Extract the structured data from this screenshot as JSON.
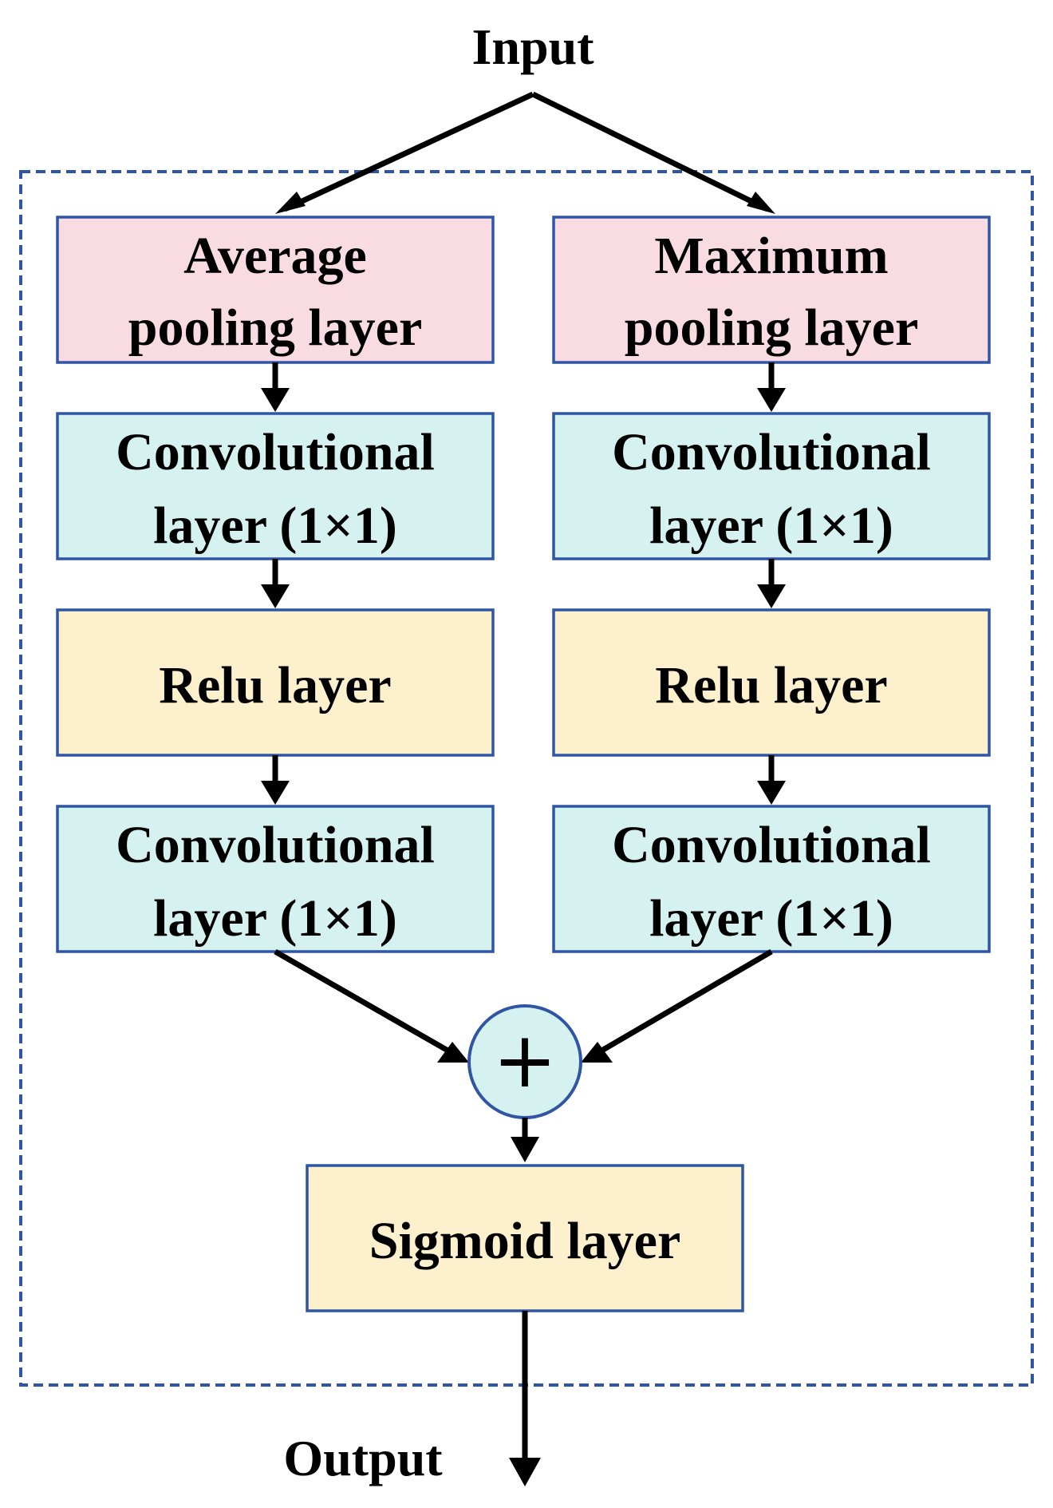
{
  "input_label": "Input",
  "output_label": "Output",
  "left_branch": {
    "pool": [
      "Average",
      "pooling layer"
    ],
    "conv1": [
      "Convolutional",
      "layer (1×1)"
    ],
    "relu": "Relu layer",
    "conv2": [
      "Convolutional",
      "layer (1×1)"
    ]
  },
  "right_branch": {
    "pool": [
      "Maximum",
      "pooling layer"
    ],
    "conv1": [
      "Convolutional",
      "layer (1×1)"
    ],
    "relu": "Relu layer",
    "conv2": [
      "Convolutional",
      "layer (1×1)"
    ]
  },
  "sum_symbol": "+",
  "sigmoid": "Sigmoid layer",
  "colors": {
    "pool_fill": "#f8dce2",
    "conv_fill": "#d6f2f0",
    "relu_fill": "#fdf0cd",
    "sigmoid_fill": "#fdf0cd",
    "sum_fill": "#d6f2f0",
    "border": "#2f55a4",
    "arrow": "#000000"
  },
  "icons": {
    "sum_node": "plus-circle-icon",
    "arrows": "arrow-down-icon"
  }
}
